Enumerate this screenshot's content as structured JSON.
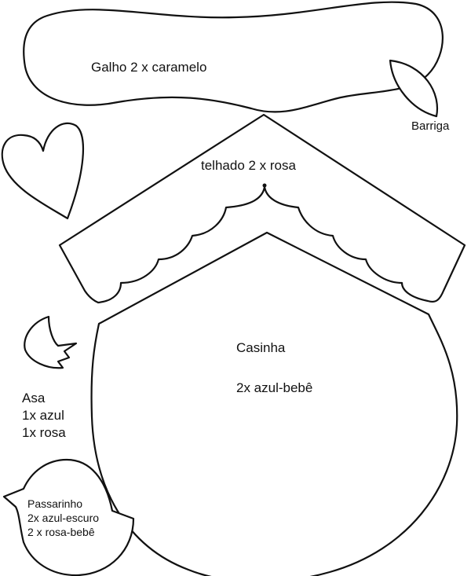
{
  "pieces": {
    "galho": {
      "label": "Galho 2 x caramelo"
    },
    "barriga": {
      "label": "Barriga"
    },
    "telhado": {
      "label": "telhado 2 x rosa"
    },
    "casinha": {
      "label": "Casinha",
      "quantity": "2x azul-bebê"
    },
    "asa": {
      "label": "Asa",
      "lines": [
        "1x azul",
        "1x rosa"
      ]
    },
    "passarinho": {
      "label": "Passarinho",
      "lines": [
        "2x azul-escuro",
        "2 x rosa-bebê"
      ]
    }
  }
}
